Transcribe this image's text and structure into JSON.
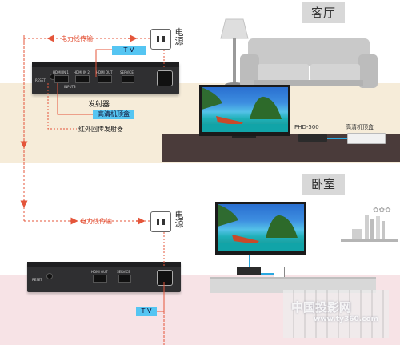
{
  "rooms": {
    "living_room": "客厅",
    "bedroom": "卧室"
  },
  "labels": {
    "power_line_top": "电力线传输",
    "power_line_bottom": "电力线传输",
    "power_top": "电源",
    "power_bottom": "电源",
    "tv_top": "T V",
    "tv_bottom": "T V",
    "transmitter": "发射器",
    "hd_stb": "高清机顶盒",
    "ir_emitter": "红外回传发射器",
    "phd_500": "PHD-500",
    "hd_stb_device": "高清机顶盒"
  },
  "device_text": {
    "top": {
      "reset": "RESET",
      "hdmi_in1": "HDMI IN 1",
      "hdmi_in2": "HDMI IN 2",
      "inputs": "INPUTS",
      "hdmi_out": "HDMI OUT",
      "service": "SERVICE"
    },
    "bottom": {
      "reset": "RESET",
      "hdmi_out": "HDMI OUT",
      "service": "SERVICE"
    }
  },
  "watermark": {
    "brand": "中国投影网",
    "url": "www.ty360.com"
  },
  "colors": {
    "arrow_red": "#e4553a",
    "label_blue": "#55c5f2",
    "cable_blue": "#2aa8e0",
    "floor_top": "#f6ecd9",
    "floor_bottom": "#f7e3e6"
  }
}
